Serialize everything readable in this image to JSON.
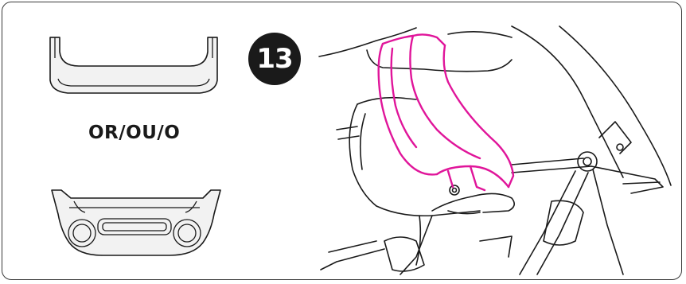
{
  "step": {
    "number": "13"
  },
  "alternative_label": "OR/OU/O",
  "icons": {
    "tray_option_a": "bumper-bar-icon",
    "tray_option_b": "child-tray-icon",
    "main_illustration": "stroller-bumper-attach-illustration"
  },
  "colors": {
    "outline": "#1a1a1a",
    "highlight": "#e0159a",
    "part_fill": "#f2f2f2",
    "frame": "#3a3a3a"
  }
}
